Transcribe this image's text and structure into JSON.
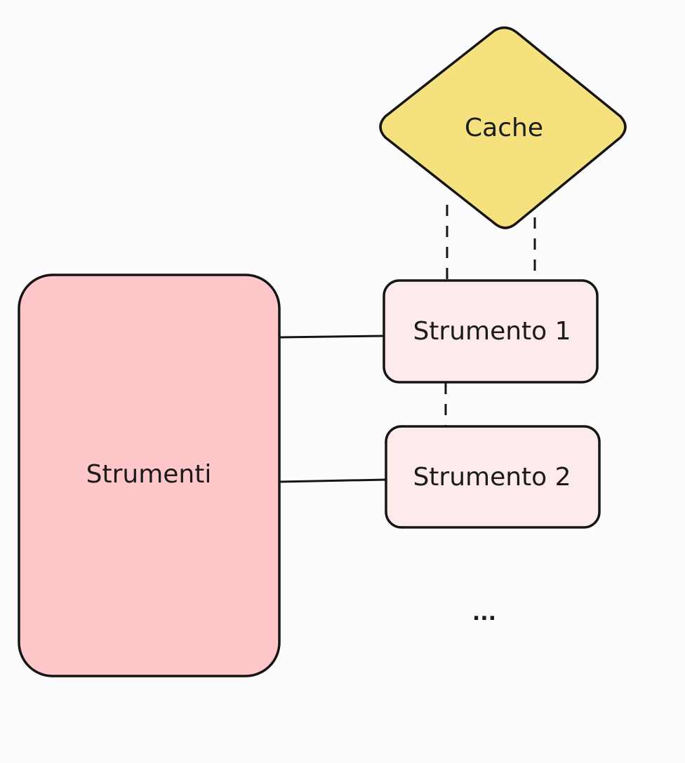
{
  "diagram": {
    "nodes": {
      "cache": {
        "label": "Cache",
        "fill": "#f5e27e"
      },
      "strumenti": {
        "label": "Strumenti",
        "fill": "#ffc7c9"
      },
      "strumento1": {
        "label": "Strumento 1",
        "fill": "#fdebeb"
      },
      "strumento2": {
        "label": "Strumento 2",
        "fill": "#fdebeb"
      }
    },
    "ellipsis": "...",
    "stroke": "#151515",
    "edges": [
      {
        "from": "strumenti",
        "to": "strumento1",
        "style": "solid"
      },
      {
        "from": "strumenti",
        "to": "strumento2",
        "style": "solid"
      },
      {
        "from": "cache",
        "to": "strumento1",
        "style": "dashed"
      },
      {
        "from": "strumento1",
        "to": "strumento2",
        "style": "dashed"
      }
    ]
  }
}
